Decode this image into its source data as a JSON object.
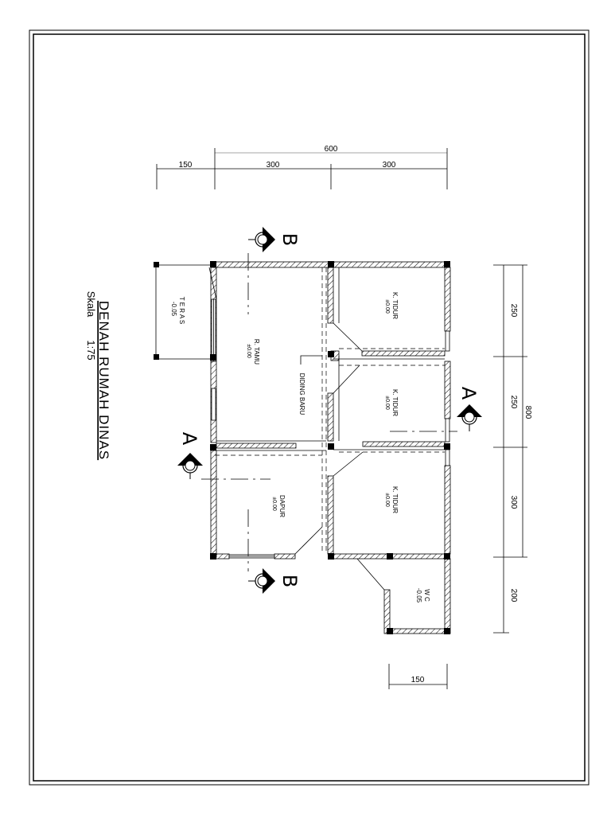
{
  "title": "DENAH RUMAH DINAS",
  "scale_label": "Skala",
  "scale_value": "1:75",
  "dimensions": {
    "top_total": "600",
    "top_left_ext": "150",
    "top_mid": "300",
    "top_right": "300",
    "right_total": "800",
    "right_1": "250",
    "right_2": "250",
    "right_3": "300",
    "right_4": "200",
    "bottom_wc": "150"
  },
  "rooms": {
    "teras": {
      "name": "T E R A S",
      "level": "-0.05"
    },
    "tamu": {
      "name": "R. TAMU",
      "level": "±0.00"
    },
    "tidur1": {
      "name": "K. TIDUR",
      "level": "±0.00"
    },
    "tidur2": {
      "name": "K. TIDUR",
      "level": "±0.00"
    },
    "tidur3": {
      "name": "K. TIDUR",
      "level": "±0.00"
    },
    "dapur": {
      "name": "DAPUR",
      "level": "±0.00"
    },
    "wc": {
      "name": "W C",
      "level": "-0.05"
    }
  },
  "annotation": "DIDING BARU",
  "section_marks": {
    "a": "A",
    "b": "B"
  }
}
